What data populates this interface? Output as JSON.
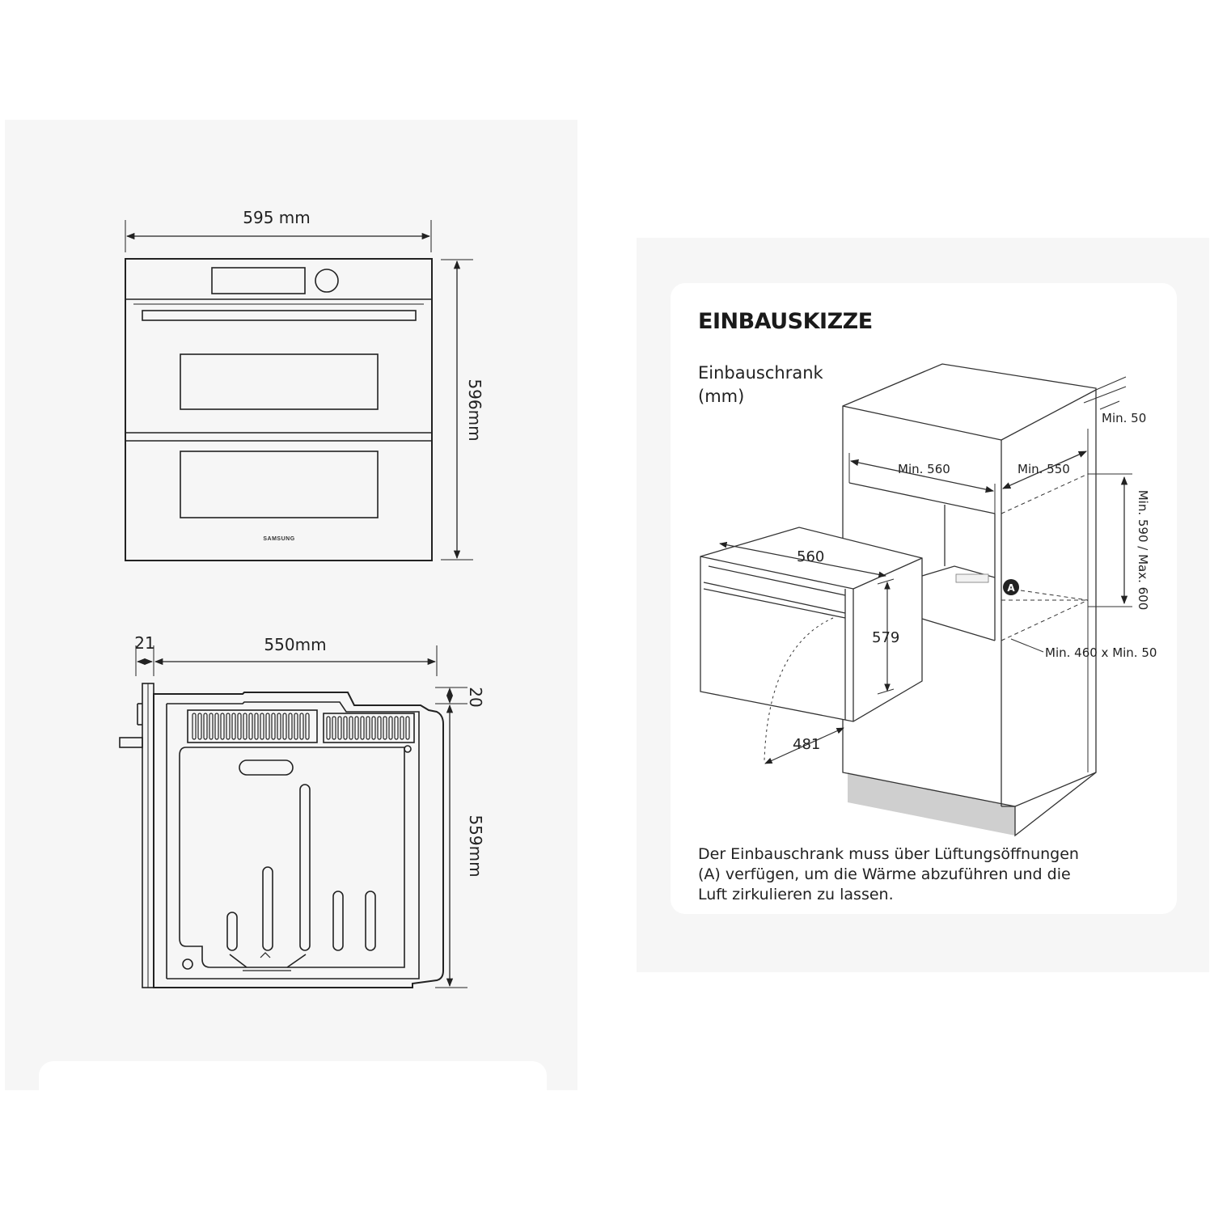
{
  "front_view": {
    "width_label": "595 mm",
    "height_label": "596mm",
    "brand": "SAMSUNG"
  },
  "side_view": {
    "front_thickness_label": "21",
    "depth_label": "550mm",
    "top_offset_label": "20",
    "height_label": "559mm"
  },
  "install_card": {
    "title": "EINBAUSKIZZE",
    "subtitle_line1": "Einbauschrank",
    "subtitle_line2": "(mm)",
    "labels": {
      "min_50_top": "Min. 50",
      "min_560": "Min. 560",
      "min_550": "Min. 550",
      "min_max_height": "Min. 590 / Max. 600",
      "oven_width": "560",
      "oven_height": "579",
      "door_depth": "481",
      "vent_marker": "A",
      "vent_size": "Min. 460 x Min. 50"
    },
    "description_lines": [
      "Der Einbauschrank muss über Lüftungsöffnungen",
      "(A) verfügen, um die Wärme abzuführen und die",
      "Luft zirkulieren zu lassen."
    ]
  },
  "colors": {
    "panel_bg": "#f6f6f6",
    "card_bg": "#ffffff",
    "line": "#222222",
    "plinth": "#cfcfcf"
  }
}
